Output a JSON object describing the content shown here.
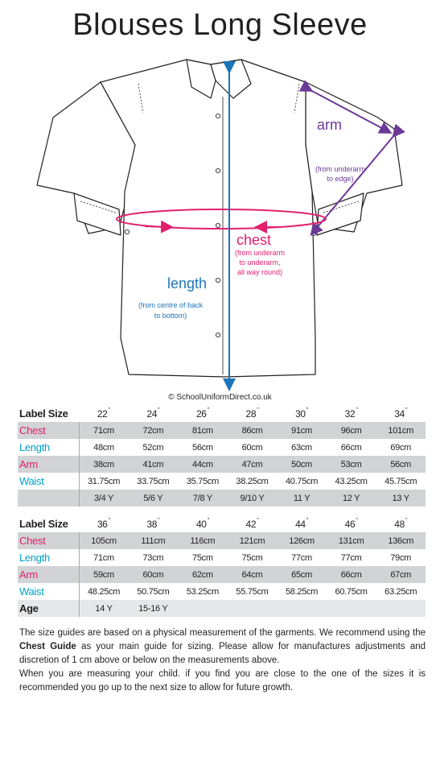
{
  "title": "Blouses Long Sleeve",
  "labels": {
    "arm": "arm",
    "arm_sub_1": "(from underarm",
    "arm_sub_2": "to edge)",
    "chest": "chest",
    "chest_sub_1": "(from underarm",
    "chest_sub_2": "to underarm,",
    "chest_sub_3": "all way round)",
    "length": "length",
    "length_sub_1": "(from centre of back",
    "length_sub_2": "to bottom)"
  },
  "copyright": "© SchoolUniformDirect.co.uk",
  "colors": {
    "chest": "#e2206e",
    "length": "#1b75bb",
    "arm": "#6b3a97",
    "row_gray": "#d1d3d4"
  },
  "table1": {
    "header_label": "Label Size",
    "sizes": [
      "22",
      "24",
      "26",
      "28",
      "30",
      "32",
      "34"
    ],
    "rows": [
      {
        "label": "Chest",
        "values": [
          "71cm",
          "72cm",
          "81cm",
          "86cm",
          "91cm",
          "96cm",
          "101cm"
        ]
      },
      {
        "label": "Length",
        "values": [
          "48cm",
          "52cm",
          "56cm",
          "60cm",
          "63cm",
          "66cm",
          "69cm"
        ]
      },
      {
        "label": "Arm",
        "values": [
          "38cm",
          "41cm",
          "44cm",
          "47cm",
          "50cm",
          "53cm",
          "56cm"
        ]
      },
      {
        "label": "Waist",
        "values": [
          "31.75cm",
          "33.75cm",
          "35.75cm",
          "38.25cm",
          "40.75cm",
          "43.25cm",
          "45.75cm"
        ]
      },
      {
        "label": "",
        "values": [
          "3/4 Y",
          "5/6 Y",
          "7/8 Y",
          "9/10 Y",
          "11 Y",
          "12 Y",
          "13 Y"
        ]
      }
    ]
  },
  "table2": {
    "header_label": "Label Size",
    "sizes": [
      "36",
      "38",
      "40",
      "42",
      "44",
      "46",
      "48"
    ],
    "rows": [
      {
        "label": "Chest",
        "values": [
          "105cm",
          "111cm",
          "116cm",
          "121cm",
          "126cm",
          "131cm",
          "136cm"
        ]
      },
      {
        "label": "Length",
        "values": [
          "71cm",
          "73cm",
          "75cm",
          "75cm",
          "77cm",
          "77cm",
          "79cm"
        ]
      },
      {
        "label": "Arm",
        "values": [
          "59cm",
          "60cm",
          "62cm",
          "64cm",
          "65cm",
          "66cm",
          "67cm"
        ]
      },
      {
        "label": "Waist",
        "values": [
          "48.25cm",
          "50.75cm",
          "53.25cm",
          "55.75cm",
          "58.25cm",
          "60.75cm",
          "63.25cm"
        ]
      },
      {
        "label": "Age",
        "values": [
          "14 Y",
          "15-16 Y",
          "",
          "",
          "",
          "",
          ""
        ]
      }
    ]
  },
  "notes": {
    "p1_a": "The size guides are based on a physical measurement of the garments. We recommend using the ",
    "p1_bold": "Chest Guide",
    "p1_b": " as your main guide for sizing. Please allow for manufactures adjustments and discretion of 1 cm above or below on the measurements above.",
    "p2": "When you are measuring your child. if you find you are close to the one of the sizes it is recommended you go up to the next size to allow for future growth."
  }
}
